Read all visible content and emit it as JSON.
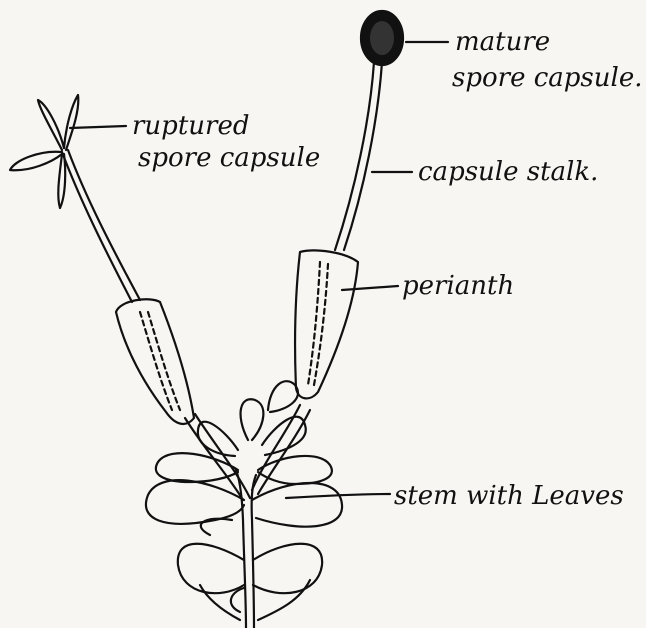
{
  "labels": {
    "mature_capsule_line1": "mature",
    "mature_capsule_line2": "spore capsule.",
    "ruptured_capsule_line1": "ruptured",
    "ruptured_capsule_line2": "spore capsule",
    "capsule_stalk": "capsule stalk.",
    "perianth": "perianth",
    "stem_with_leaves": "stem with Leaves"
  },
  "colors": {
    "ink": "#111111",
    "paper": "#f7f6f2"
  }
}
